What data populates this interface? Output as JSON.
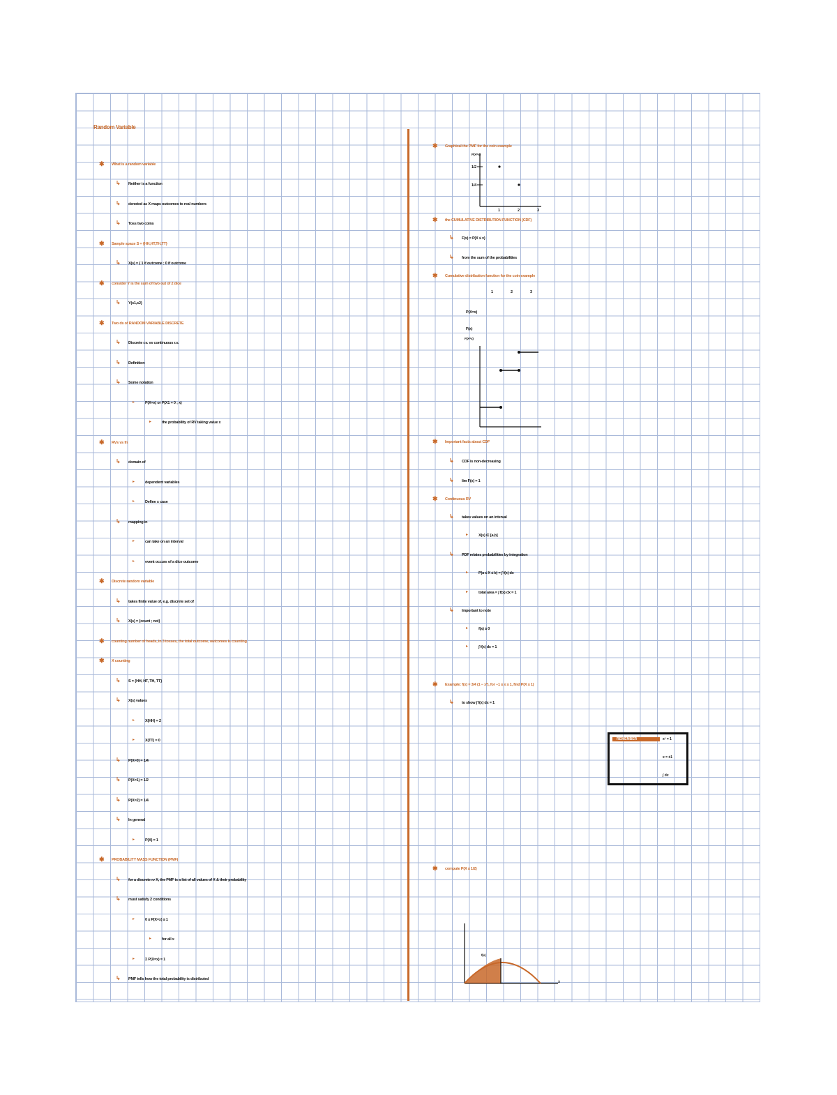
{
  "page": {
    "title": "Random Variable",
    "accent": "#c8692a",
    "grid_color": "#a9b9d9"
  },
  "left": [
    {
      "level": 0,
      "text": "What is a random variable"
    },
    {
      "level": 1,
      "text": "Neither is a function"
    },
    {
      "level": 1,
      "text": "denoted as X maps outcomes to real numbers"
    },
    {
      "level": 1,
      "text": "Toss two coins"
    },
    {
      "level": 0,
      "text": "Sample space S = {HH,HT,TH,TT}"
    },
    {
      "level": 1,
      "text": "X(s) = { 1 if outcome ; 0 if outcome"
    },
    {
      "level": 0,
      "text": "consider Y is the sum of two out of 2 dice"
    },
    {
      "level": 1,
      "text": "Y(s1,s2)"
    },
    {
      "level": 0,
      "text": "Two ds of RANDOM VARIABLE DISCRETE"
    },
    {
      "level": 1,
      "text": "Discrete r.v. vs continuous r.v."
    },
    {
      "level": 1,
      "text": "Definition"
    },
    {
      "level": 1,
      "text": "Some notation"
    },
    {
      "level": 2,
      "text": "P(X=x) or P(X1 = 0 ; x)"
    },
    {
      "level": 3,
      "text": "the probability of RV taking value x"
    },
    {
      "level": 0,
      "text": "RVs vs fn"
    },
    {
      "level": 1,
      "text": "domain of"
    },
    {
      "level": 2,
      "text": "dependent variables"
    },
    {
      "level": 2,
      "text": "Define x case"
    },
    {
      "level": 1,
      "text": "mapping in"
    },
    {
      "level": 2,
      "text": "can take on an interval"
    },
    {
      "level": 2,
      "text": "event occurs of a dice outcome"
    },
    {
      "level": 0,
      "text": "Discrete random variable"
    },
    {
      "level": 1,
      "text": "takes finite value of, e.g. discrete set of"
    },
    {
      "level": 1,
      "text": "X(s) = {count ; not}"
    },
    {
      "level": 0,
      "text": "counting number of heads, in 3 tosses, the total outcome, outcomes is counting"
    },
    {
      "level": 0,
      "text": "X counting"
    },
    {
      "level": 1,
      "text": "S = {HH, HT, TH, TT}"
    },
    {
      "level": 1,
      "text": "X(s) values"
    },
    {
      "level": 2,
      "text": "X(HH) = 2"
    },
    {
      "level": 2,
      "text": "X(TT) = 0"
    },
    {
      "level": 1,
      "text": "P(X=0) = 1/4"
    },
    {
      "level": 1,
      "text": "P(X=1) = 1/2"
    },
    {
      "level": 1,
      "text": "P(X=2) = 1/4"
    },
    {
      "level": 1,
      "text": "In general"
    },
    {
      "level": 2,
      "text": "P(X) = 1"
    },
    {
      "level": 0,
      "text": "PROBABILITY MASS FUNCTION (PMF)"
    },
    {
      "level": 1,
      "text": "for a discrete rv X, the PMF is a list of all values of X & their probability"
    },
    {
      "level": 1,
      "text": "must satisfy 2 conditions"
    },
    {
      "level": 2,
      "text": "0 ≤ P(X=x) ≤ 1"
    },
    {
      "level": 3,
      "text": "for all x"
    },
    {
      "level": 2,
      "text": "Σ P(X=x) = 1"
    },
    {
      "level": 1,
      "text": "PMF tells how the total probability is distributed"
    }
  ],
  "right": [
    {
      "level": 0,
      "text": "Graphical the PMF for the coin example"
    },
    {
      "level": 0,
      "text": "the CUMULATIVE DISTRIBUTION FUNCTION (CDF)"
    },
    {
      "level": 1,
      "text": "F(x) = P(X ≤ x)"
    },
    {
      "level": 1,
      "text": "from the sum of the probabilities"
    },
    {
      "level": 0,
      "text": "Cumulative distribution function for the coin example"
    },
    {
      "level": 0,
      "text": "Important facts about CDF"
    },
    {
      "level": 1,
      "text": "CDF is non-decreasing"
    },
    {
      "level": 1,
      "text": "lim F(x) = 1"
    },
    {
      "level": 0,
      "text": "Continuous RV"
    },
    {
      "level": 1,
      "text": "takes values on an interval"
    },
    {
      "level": 2,
      "text": "X(s) ∈ [a,b]"
    },
    {
      "level": 1,
      "text": "PDF relates probabilities by integration"
    },
    {
      "level": 2,
      "text": "P(a ≤ X ≤ b) = ∫ f(x) dx"
    },
    {
      "level": 2,
      "text": "total area = ∫ f(x) dx = 1"
    },
    {
      "level": 1,
      "text": "Important to note"
    },
    {
      "level": 2,
      "text": "f(x) ≥ 0"
    },
    {
      "level": 2,
      "text": "∫ f(x) dx = 1"
    },
    {
      "level": 0,
      "text": "Example: f(x) = 3/4 (1 − x²), for −1 ≤ x ≤ 1, find P(X ≤ 1)"
    },
    {
      "level": 1,
      "text": "to show ∫ f(x) dx = 1"
    },
    {
      "level": 0,
      "text": "compute P(X ≤ 1/2)"
    }
  ],
  "graphs": {
    "pmf_ylabel": "P(X=x)",
    "pmf_ticks": [
      "1/2",
      "1/4"
    ],
    "pmf_x": [
      "1",
      "2",
      "3"
    ],
    "cdf_ylabel": "F(X=x)",
    "table_row1_label": "P(X=x)",
    "table_row2_label": "F(x)",
    "table_x": [
      "1",
      "2",
      "3"
    ],
    "pdf_label": "f(x)",
    "pdf_x_label": "x"
  },
  "box": {
    "header": "REMEMBER",
    "items": [
      "x² = 1",
      "x = ±1",
      "∫ dx"
    ]
  }
}
